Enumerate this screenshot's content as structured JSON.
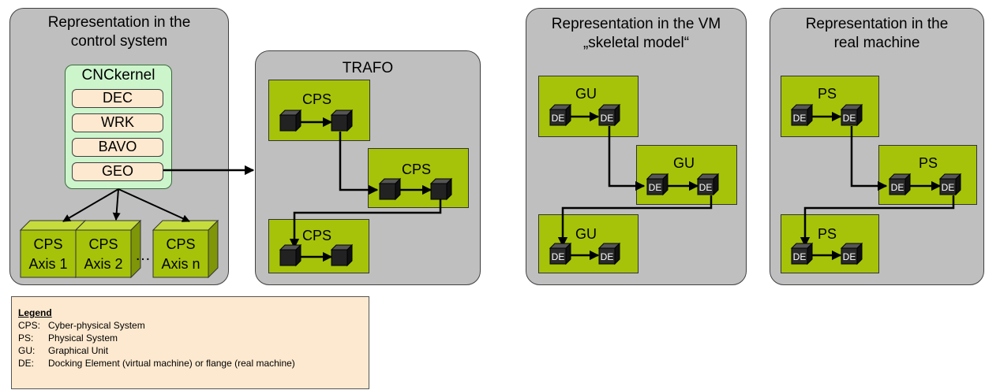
{
  "control": {
    "title_line1": "Representation in the",
    "title_line2": "control system",
    "kernel_title": "CNCkernel",
    "modules": [
      "DEC",
      "WRK",
      "BAVO",
      "GEO"
    ],
    "axes": [
      {
        "line1": "CPS",
        "line2": "Axis 1"
      },
      {
        "line1": "CPS",
        "line2": "Axis 2"
      },
      {
        "line1": "CPS",
        "line2": "Axis n"
      }
    ],
    "ellipsis": "…"
  },
  "trafo": {
    "title": "TRAFO",
    "boxes": [
      "CPS",
      "CPS",
      "CPS"
    ]
  },
  "vm": {
    "title_line1": "Representation in the VM",
    "title_line2": "„skeletal model“",
    "boxes": [
      "GU",
      "GU",
      "GU"
    ],
    "cube_label": "DE"
  },
  "real": {
    "title_line1": "Representation in the",
    "title_line2": "real machine",
    "boxes": [
      "PS",
      "PS",
      "PS"
    ],
    "cube_label": "DE"
  },
  "legend": {
    "title": "Legend",
    "items": [
      {
        "key": "CPS:",
        "text": "Cyber-physical System"
      },
      {
        "key": "PS:",
        "text": "Physical System"
      },
      {
        "key": "GU:",
        "text": "Graphical Unit"
      },
      {
        "key": "DE:",
        "text": "Docking Element (virtual machine) or  flange (real machine)"
      }
    ]
  },
  "colors": {
    "panel": "#bfbfbf",
    "green_box": "#a6c30a",
    "kernel": "#ccf5cc",
    "module": "#fde9cf",
    "legend": "#fde9cf",
    "cube": "#222222"
  }
}
